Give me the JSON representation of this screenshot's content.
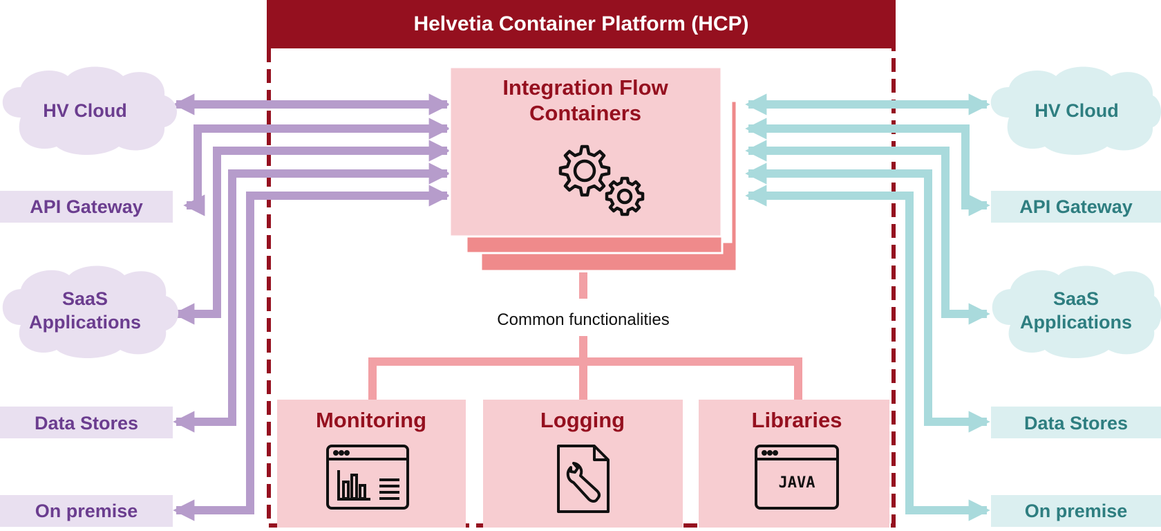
{
  "platform": {
    "title": "Helvetia Container Platform (HCP)"
  },
  "integration": {
    "title_lines": [
      "Integration Flow",
      "Containers"
    ]
  },
  "common": {
    "label": "Common functionalities"
  },
  "functions": [
    {
      "label": "Monitoring",
      "icon": "dashboard-window-icon"
    },
    {
      "label": "Logging",
      "icon": "wrench-document-icon"
    },
    {
      "label": "Libraries",
      "icon": "java-window-icon",
      "icon_text": "JAVA"
    }
  ],
  "left_targets": [
    {
      "label_lines": [
        "HV Cloud"
      ],
      "shape": "cloud"
    },
    {
      "label_lines": [
        "API Gateway"
      ],
      "shape": "box"
    },
    {
      "label_lines": [
        "SaaS",
        "Applications"
      ],
      "shape": "cloud"
    },
    {
      "label_lines": [
        "Data Stores"
      ],
      "shape": "box"
    },
    {
      "label_lines": [
        "On premise"
      ],
      "shape": "box"
    }
  ],
  "right_targets": [
    {
      "label_lines": [
        "HV Cloud"
      ],
      "shape": "cloud"
    },
    {
      "label_lines": [
        "API Gateway"
      ],
      "shape": "box"
    },
    {
      "label_lines": [
        "SaaS",
        "Applications"
      ],
      "shape": "cloud"
    },
    {
      "label_lines": [
        "Data Stores"
      ],
      "shape": "box"
    },
    {
      "label_lines": [
        "On premise"
      ],
      "shape": "box"
    }
  ],
  "colors": {
    "platform_dark_red": "#95101f",
    "container_fill": "#f7cdd1",
    "container_text": "#95101f",
    "stack_shadow": "#ef8a8b",
    "connector": "#f2a0a5",
    "left_arrow": "#b69ccb",
    "left_fill": "#e9e0f0",
    "left_text": "#6b3d8f",
    "right_arrow": "#a9dadc",
    "right_fill": "#dbeff0",
    "right_text": "#2e7e80",
    "icon_stroke": "#111111",
    "label_text": "#111111"
  }
}
